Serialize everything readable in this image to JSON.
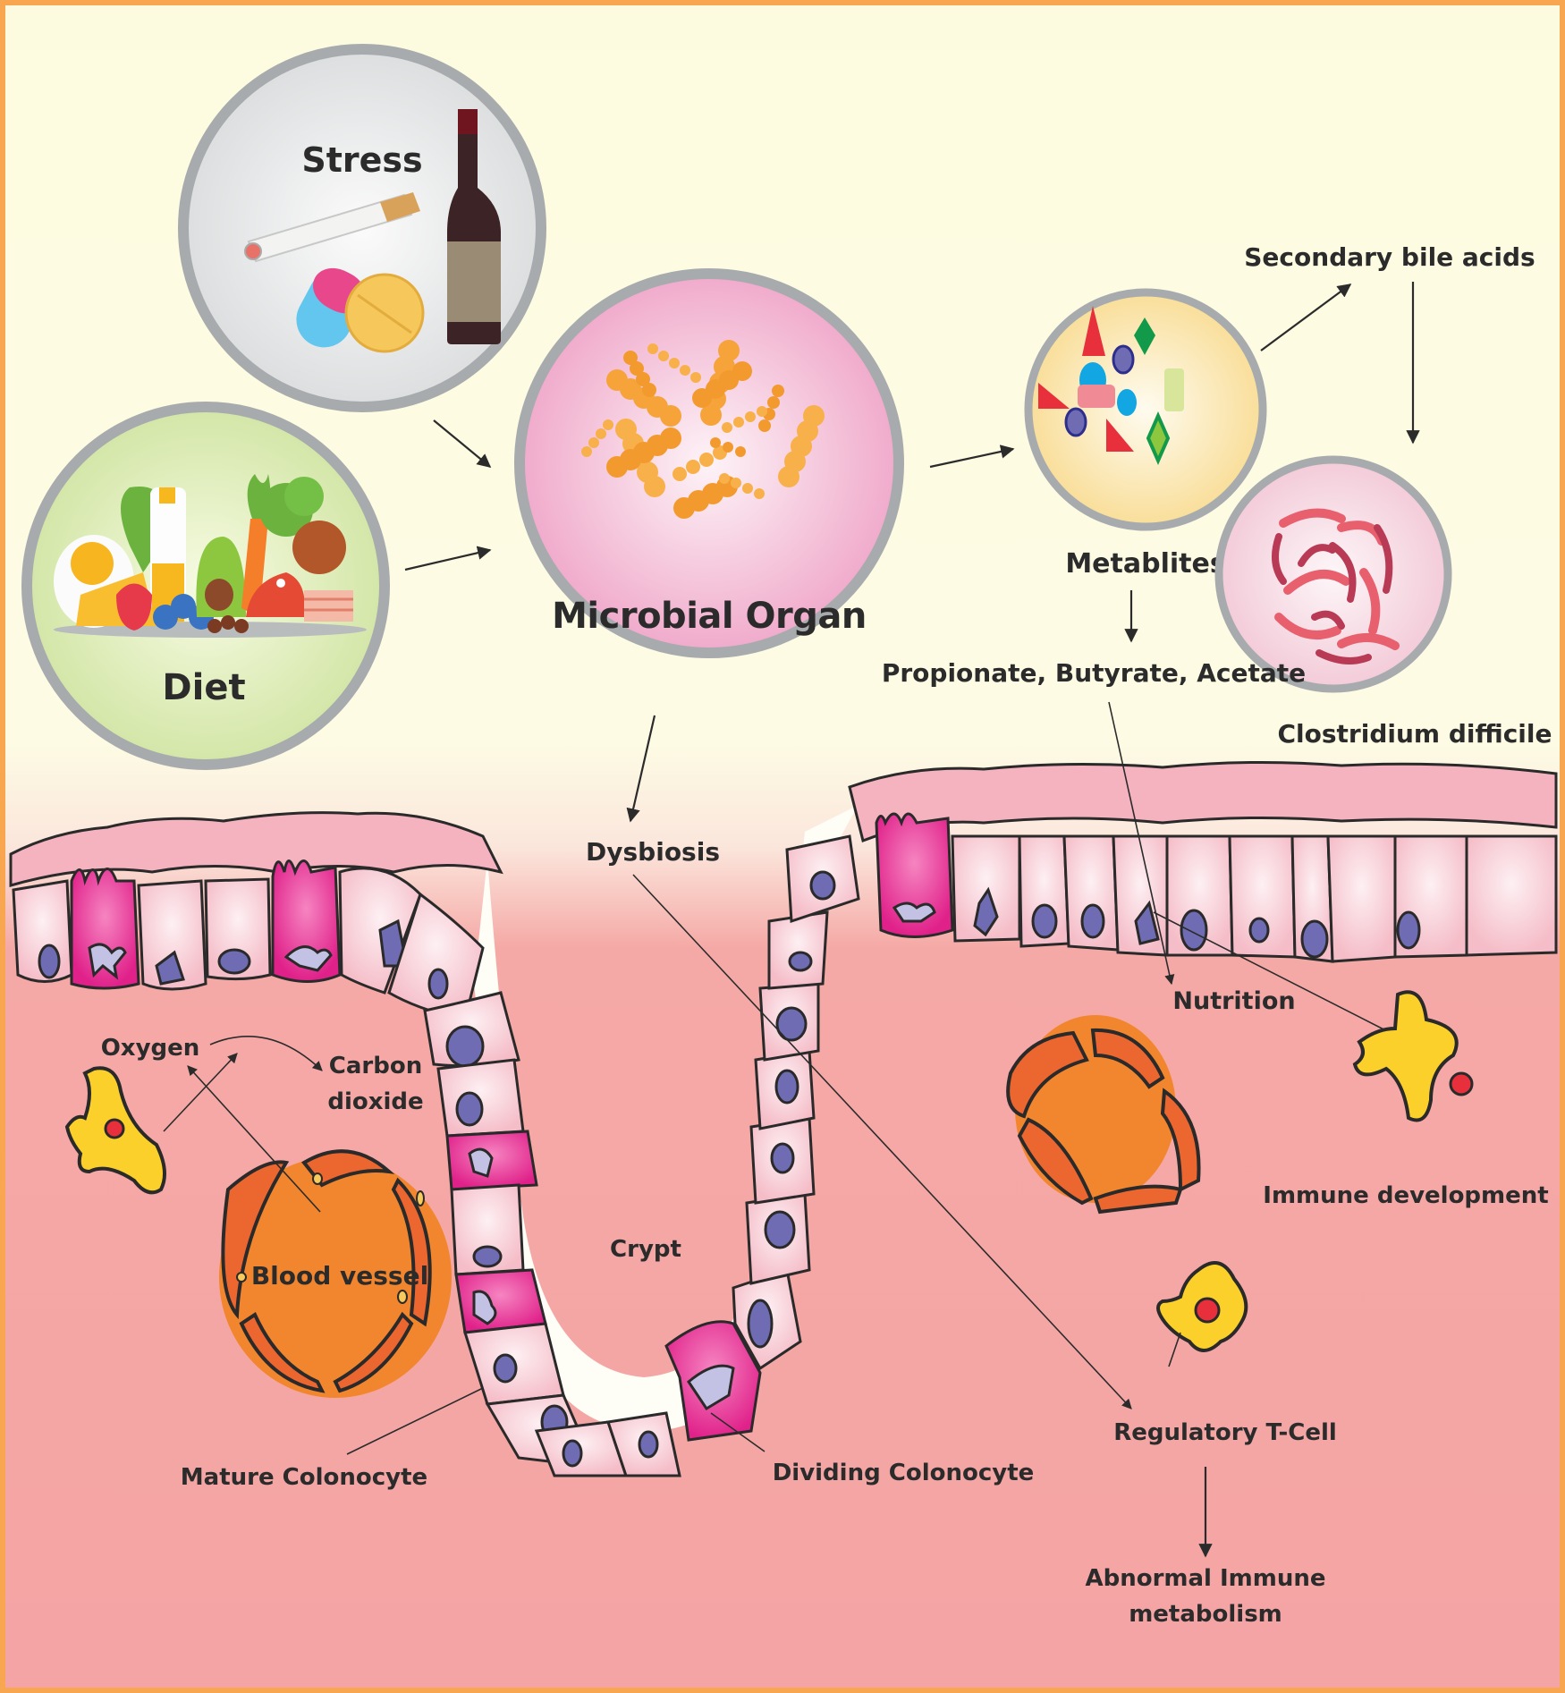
{
  "diagram": {
    "title": "Gut microbiome, metabolites and colonic epithelium",
    "colors": {
      "frame": "#f8a650",
      "background_top": "#fdfbe0",
      "tissue": "#f3a3a3",
      "goblet_cell": "#e8359a",
      "colonocyte": "#f9d0d8",
      "nucleus": "#6f6cb3",
      "immune_cell": "#fcd02a",
      "blood_vessel": "#f2862e",
      "bacteria": "#f6a33a"
    },
    "factors": {
      "stress": {
        "label": "Stress",
        "items": [
          "cigarette",
          "pills",
          "wine bottle"
        ]
      },
      "diet": {
        "label": "Diet",
        "items": [
          "egg",
          "cheese",
          "lettuce",
          "oil bottle",
          "strawberry",
          "blueberries",
          "avocado",
          "carrot",
          "broccoli",
          "steak",
          "beans",
          "chicken leg",
          "bacon"
        ]
      }
    },
    "microbial_organ": {
      "label": "Microbial Organ"
    },
    "metabolites": {
      "label": "Metablites"
    },
    "scfa": {
      "label": "Propionate, Butyrate, Acetate"
    },
    "bile_acids": {
      "label": "Secondary bile acids"
    },
    "c_difficile": {
      "label": "Clostridium difficile"
    },
    "dysbiosis": {
      "label": "Dysbiosis"
    },
    "tissue_labels": {
      "oxygen": "Oxygen",
      "carbon_dioxide_line1": "Carbon",
      "carbon_dioxide_line2": "dioxide",
      "blood_vessel": "Blood vessel",
      "crypt": "Crypt",
      "mature_colonocyte": "Mature Colonocyte",
      "dividing_colonocyte": "Dividing Colonocyte",
      "nutrition": "Nutrition",
      "immune_development": "Immune development",
      "regulatory_t_cell": "Regulatory T-Cell",
      "abnormal_immune_line1": "Abnormal Immune",
      "abnormal_immune_line2": "metabolism"
    },
    "flows": [
      {
        "from": "Stress",
        "to": "Microbial Organ"
      },
      {
        "from": "Diet",
        "to": "Microbial Organ"
      },
      {
        "from": "Microbial Organ",
        "to": "Metablites"
      },
      {
        "from": "Microbial Organ",
        "to": "Dysbiosis"
      },
      {
        "from": "Metablites",
        "to": "Secondary bile acids"
      },
      {
        "from": "Secondary bile acids",
        "to": "Clostridium difficile"
      },
      {
        "from": "Metablites",
        "to": "Propionate, Butyrate, Acetate"
      },
      {
        "from": "Propionate, Butyrate, Acetate",
        "to": "Nutrition"
      },
      {
        "from": "Propionate, Butyrate, Acetate",
        "to": "Immune development"
      },
      {
        "from": "Dysbiosis",
        "to": "Regulatory T-Cell"
      },
      {
        "from": "Regulatory T-Cell",
        "to": "Abnormal Immune metabolism"
      },
      {
        "from": "Oxygen",
        "to": "Carbon dioxide"
      },
      {
        "from": "Blood vessel",
        "to": "Oxygen"
      }
    ]
  }
}
